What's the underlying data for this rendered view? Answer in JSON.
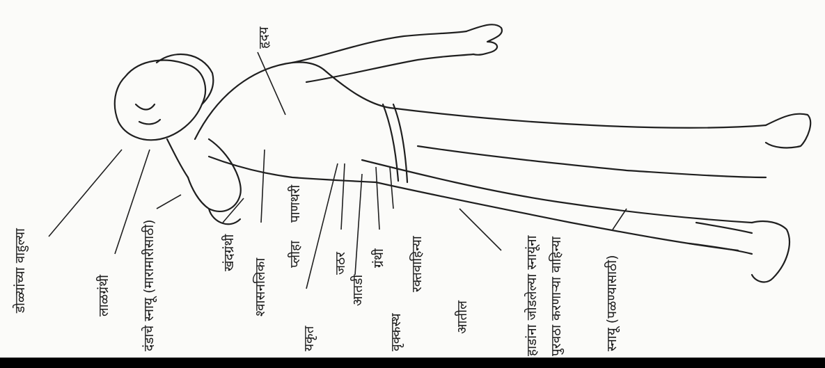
{
  "labels": {
    "heart": "हृदय",
    "eye_vessels": "डोळ्यांच्या वाहुल्या",
    "salivary_glands": "लाळग्रंथी",
    "spinal_nerve": "दंडाचे स्नायू (मारामारीसाठी)",
    "thyroid": "खंदग्रंथी",
    "windpipe": "श्वासनलिका",
    "spleen": "प्लीहा",
    "pancreas": "पाणथरी",
    "liver": "यकृत",
    "stomach": "जठर",
    "intestine": "आतडी",
    "gland": "ग्रंथी",
    "kidney": "वृक्कस्थ",
    "blood_vessels": "रक्तवाहिन्या",
    "intestines2": "आतील",
    "bone_muscle": "हाडांना जोडलेल्या स्नायूंना",
    "blood_supply": "पुरवठा करणाऱ्या वाहिन्या",
    "leg_muscles": "स्नायू (पळण्यासाठी)"
  },
  "colors": {
    "ink": "#1a1a1a",
    "paper": "#fbfbf9",
    "bar": "#000000"
  }
}
